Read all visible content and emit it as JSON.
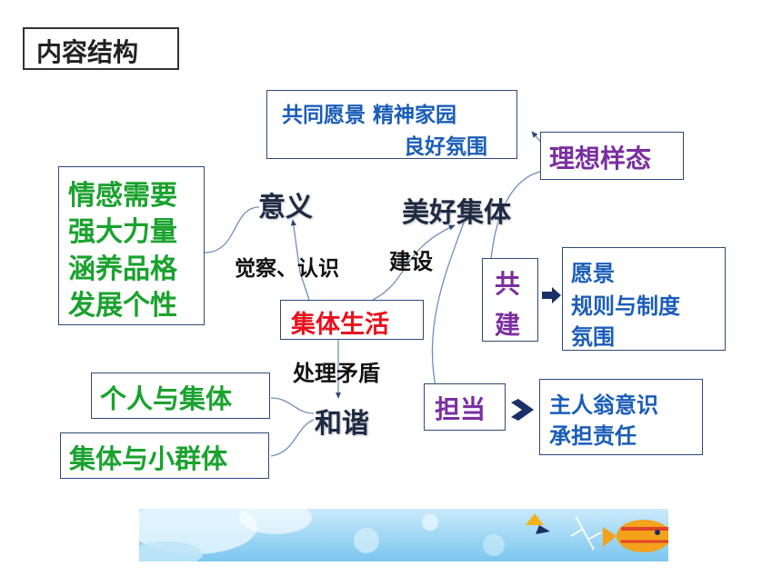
{
  "title": "内容结构",
  "center": "集体生活",
  "yiyi": {
    "label": "意义",
    "edge_label": "觉察、认识",
    "items": [
      "情感需要",
      "强大力量",
      "涵养品格",
      "发展个性"
    ]
  },
  "meihao": {
    "label": "美好集体",
    "edge_label": "建设",
    "top_box": {
      "line1": "共同愿景  精神家园",
      "line2": "良好氛围"
    },
    "lixiang": "理想样态",
    "gongjian": {
      "char1": "共",
      "char2": "建"
    },
    "gongjian_items": [
      "愿景",
      "规则与制度",
      "氛围"
    ],
    "dandang": "担当",
    "dandang_items": [
      "主人翁意识",
      "承担责任"
    ]
  },
  "hexie": {
    "label": "和谐",
    "edge_label": "处理矛盾",
    "items": [
      "个人与集体",
      "集体与小群体"
    ]
  },
  "colors": {
    "blue": "#1a5db8",
    "green": "#1aa22e",
    "purple": "#7a2fa0",
    "red": "#e8101c",
    "border": "#2e4a78"
  }
}
